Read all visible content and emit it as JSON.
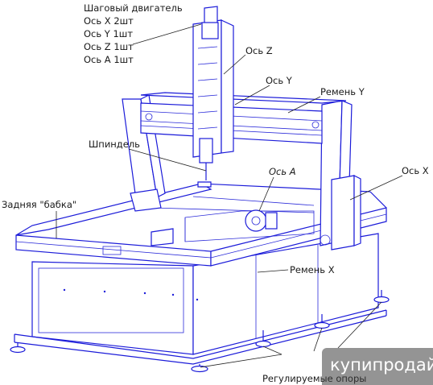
{
  "labels": {
    "stepper_motor": "Шаговый двигатель",
    "axis_x_count": "Ось X 2шт",
    "axis_y_count": "Ось Y 1шт",
    "axis_z_count": "Ось Z 1шт",
    "axis_a_count": "Ось A 1шт",
    "axis_z": "Ось Z",
    "axis_y": "Ось Y",
    "belt_y": "Ремень Y",
    "spindle": "Шпиндель",
    "axis_a": "Ось А",
    "axis_x": "Ось X",
    "tailstock": "Задняя \"бабка\"",
    "belt_x": "Ремень X",
    "adjustable_supports": "Регулируемые опоры"
  },
  "watermark": "купипродай",
  "colors": {
    "line": "#1b1bd9",
    "text": "#1a1a1a",
    "background": "#ffffff"
  }
}
